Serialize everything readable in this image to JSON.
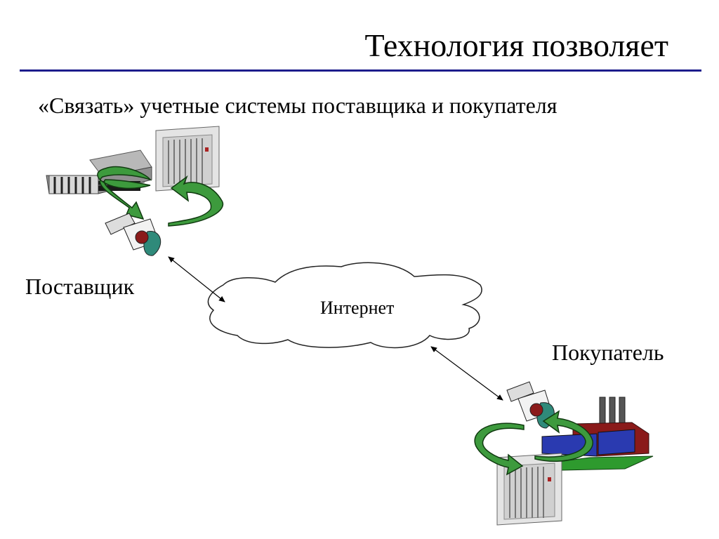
{
  "slide": {
    "title": "Технология позволяет",
    "subtitle": "«Связать» учетные системы поставщика и покупателя",
    "supplier_label": "Поставщик",
    "internet_label": "Интернет",
    "buyer_label": "Покупатель"
  },
  "colors": {
    "rule": "#1c1c8c",
    "arrow_green": "#3d9a3d",
    "factory_red": "#8a1a1a",
    "factory_glass": "#2a3ab0",
    "ground_green": "#2e9a2e"
  },
  "icons": [
    "office-building-icon",
    "server-rack-icon",
    "operator-at-computer-icon",
    "factory-icon",
    "cloud-icon",
    "double-arrow-icon",
    "cycle-arrow-icon"
  ]
}
